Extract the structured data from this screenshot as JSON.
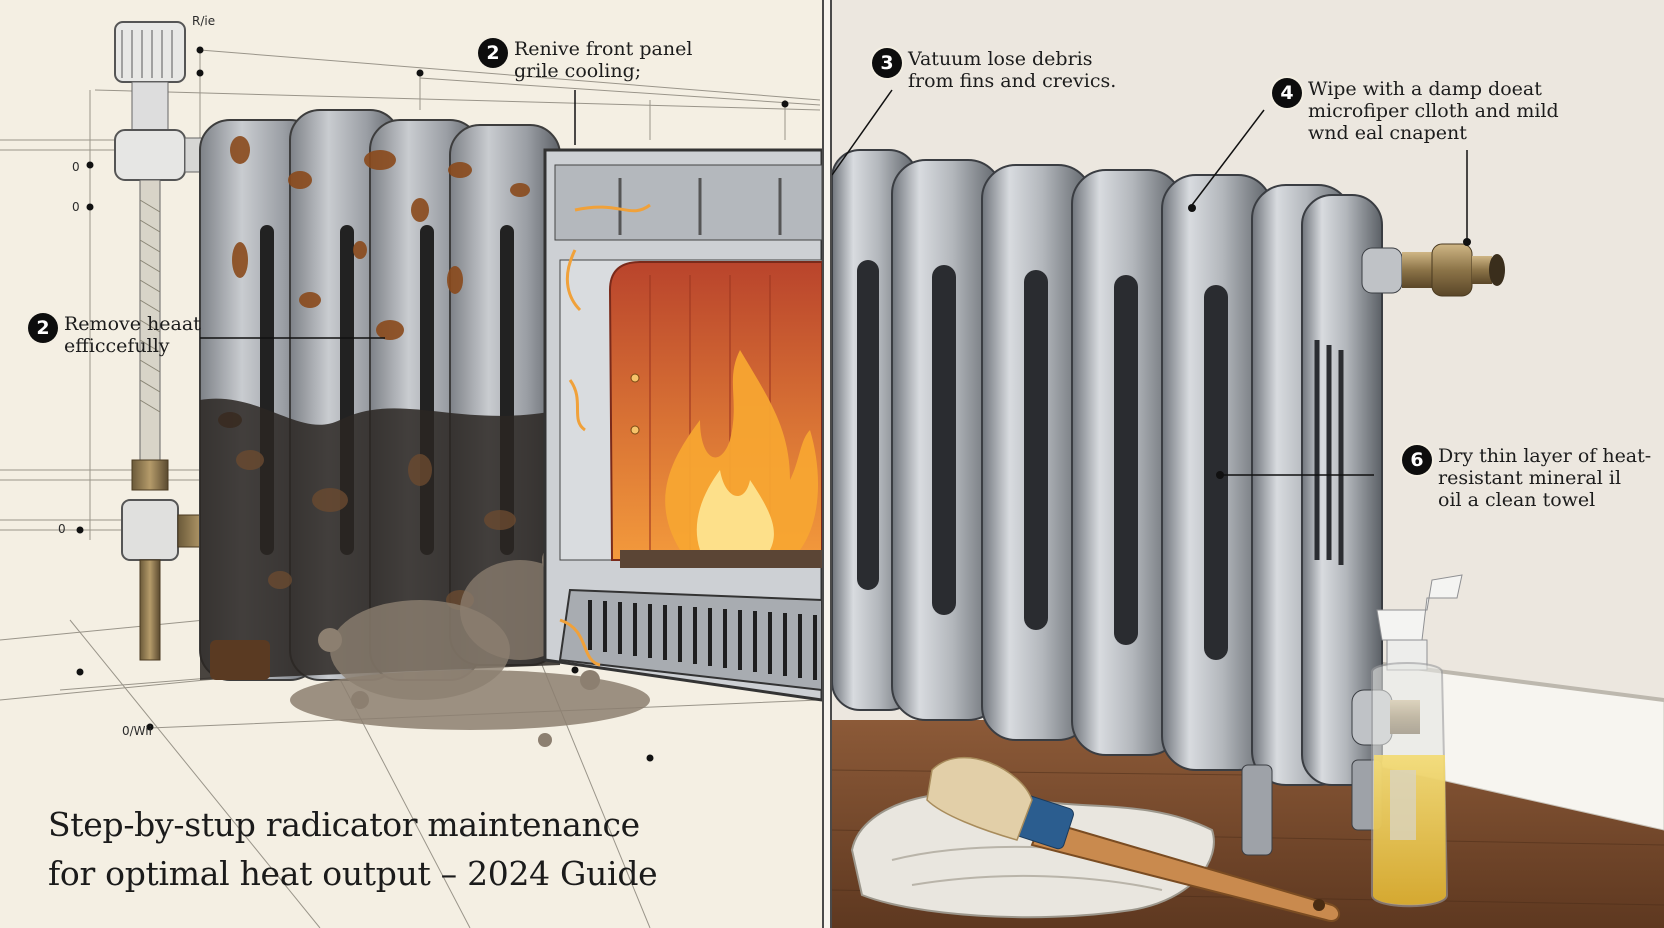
{
  "title": {
    "line1": "Step-by-stup radicator maintenance",
    "line2": "for optimal heat output – 2024 Guide"
  },
  "callouts": [
    {
      "number": "2",
      "lines": [
        "Renive front panel",
        "grile cooling;"
      ]
    },
    {
      "number": "2",
      "lines": [
        "Remove heaat",
        "efficcefully"
      ]
    },
    {
      "number": "3",
      "lines": [
        "Vatuum lose debris",
        "from fins and crevics."
      ]
    },
    {
      "number": "4",
      "lines": [
        "Wipe with a damp doeat",
        "microfiper clloth and mild",
        "wnd eal cnapent"
      ]
    },
    {
      "number": "6",
      "lines": [
        "Dry thin layer of heat-",
        "resistant mineral il",
        "oil a clean towel"
      ]
    }
  ],
  "dimension_labels": {
    "top": "R/ie",
    "zero_1": "0",
    "zero_2": "0",
    "zero_3": "0",
    "bottom": "0/Wii"
  },
  "colors": {
    "paper": "#f4efe3",
    "wall": "#ece7df",
    "floor": "#7a4a2e",
    "rust": "#8a4a1c",
    "steel": "#a9adb3",
    "flame": "#f08a2a",
    "oil": "#e9c64a",
    "ink": "#111111"
  },
  "icons": [
    "valve-icon",
    "flame-icon",
    "brush-icon",
    "spray-bottle-icon",
    "towel-icon"
  ]
}
